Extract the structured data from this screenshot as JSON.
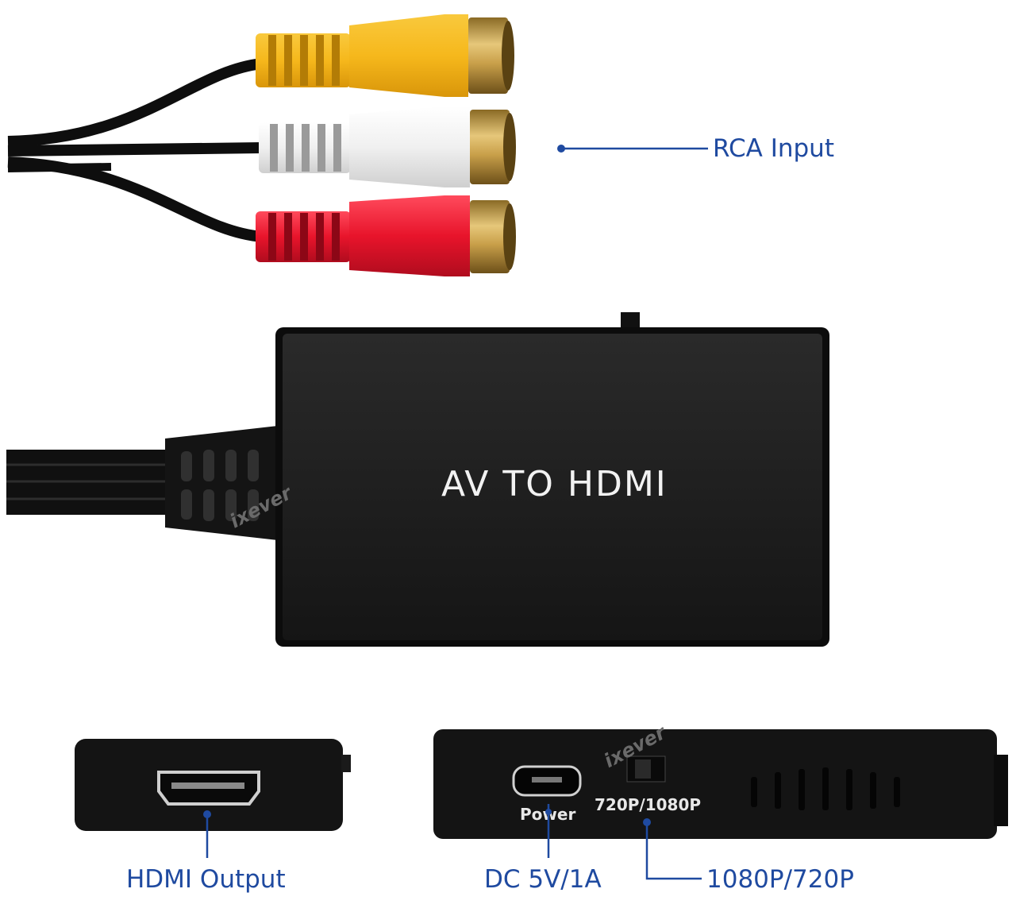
{
  "callouts": {
    "rca_input": "RCA Input",
    "hdmi_output": "HDMI Output",
    "dc_power": "DC 5V/1A",
    "resolution": "1080P/720P"
  },
  "device": {
    "top_label": "AV TO HDMI",
    "power_label": "Power",
    "switch_label": "720P/1080P",
    "brand_watermark": "ixever"
  },
  "colors": {
    "callout": "#1f4aa0",
    "rca_yellow": "#f6b81c",
    "rca_white": "#f3f3f3",
    "rca_red": "#e8142b",
    "gold": "#c9a04a",
    "device_body": "#1a1a1a"
  }
}
